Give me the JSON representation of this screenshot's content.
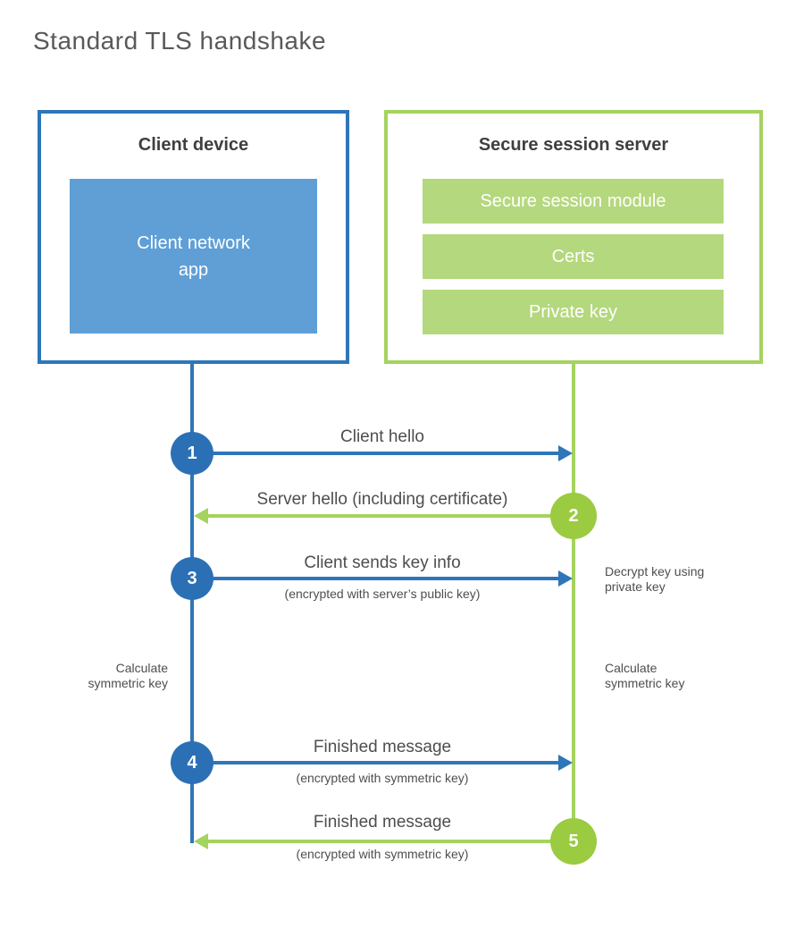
{
  "title": "Standard TLS handshake",
  "colors": {
    "blue_stroke": "#2e76b9",
    "blue_fill": "#5f9fd6",
    "blue_circle": "#2b70b5",
    "green_stroke": "#a5d35f",
    "green_fill": "#b4d87d",
    "green_circle": "#9acb41",
    "text_dark": "#3e3f41",
    "text_gray": "#4d4e50"
  },
  "client_box": {
    "title": "Client device",
    "app_label": "Client network\napp"
  },
  "server_box": {
    "title": "Secure session server",
    "modules": [
      "Secure session module",
      "Certs",
      "Private key"
    ]
  },
  "steps": [
    {
      "num": "1",
      "label": "Client hello",
      "direction": "client-to-server"
    },
    {
      "num": "2",
      "label": "Server hello (including certificate)",
      "direction": "server-to-client"
    },
    {
      "num": "3",
      "label": "Client sends key info",
      "sublabel": "(encrypted with server’s public key)",
      "direction": "client-to-server"
    },
    {
      "num": "4",
      "label": "Finished message",
      "sublabel": "(encrypted with symmetric key)",
      "direction": "client-to-server"
    },
    {
      "num": "5",
      "label": "Finished message",
      "sublabel": "(encrypted with symmetric key)",
      "direction": "server-to-client"
    }
  ],
  "annotations": {
    "decrypt": "Decrypt key using\nprivate key",
    "calc_left": "Calculate\nsymmetric key",
    "calc_right": "Calculate\nsymmetric key"
  }
}
